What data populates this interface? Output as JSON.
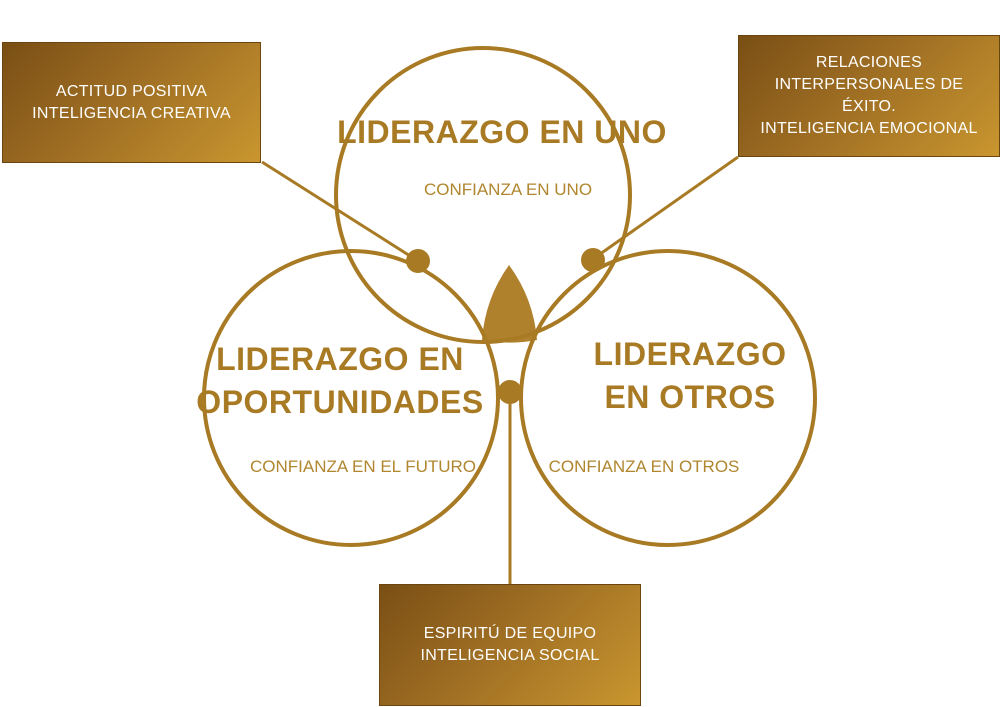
{
  "circles": {
    "top": {
      "title": "LIDERAZGO EN UNO",
      "subtitle": "CONFIANZA EN UNO"
    },
    "left": {
      "title_line1": "LIDERAZGO EN",
      "title_line2": "OPORTUNIDADES",
      "subtitle": "CONFIANZA EN EL FUTURO"
    },
    "right": {
      "title_line1": "LIDERAZGO",
      "title_line2": "EN OTROS",
      "subtitle": "CONFIANZA EN OTROS"
    }
  },
  "callouts": {
    "top_left": {
      "lines": [
        "ACTITUD POSITIVA",
        "INTELIGENCIA CREATIVA"
      ]
    },
    "top_right": {
      "lines": [
        "RELACIONES",
        "INTERPERSONALES DE",
        "ÉXITO.",
        "INTELIGENCIA EMOCIONAL"
      ]
    },
    "bottom": {
      "lines": [
        "ESPIRITÚ DE EQUIPO",
        "INTELIGENCIA SOCIAL"
      ]
    }
  },
  "colors": {
    "stroke": "#a87a24",
    "accent": "#b0812c"
  }
}
